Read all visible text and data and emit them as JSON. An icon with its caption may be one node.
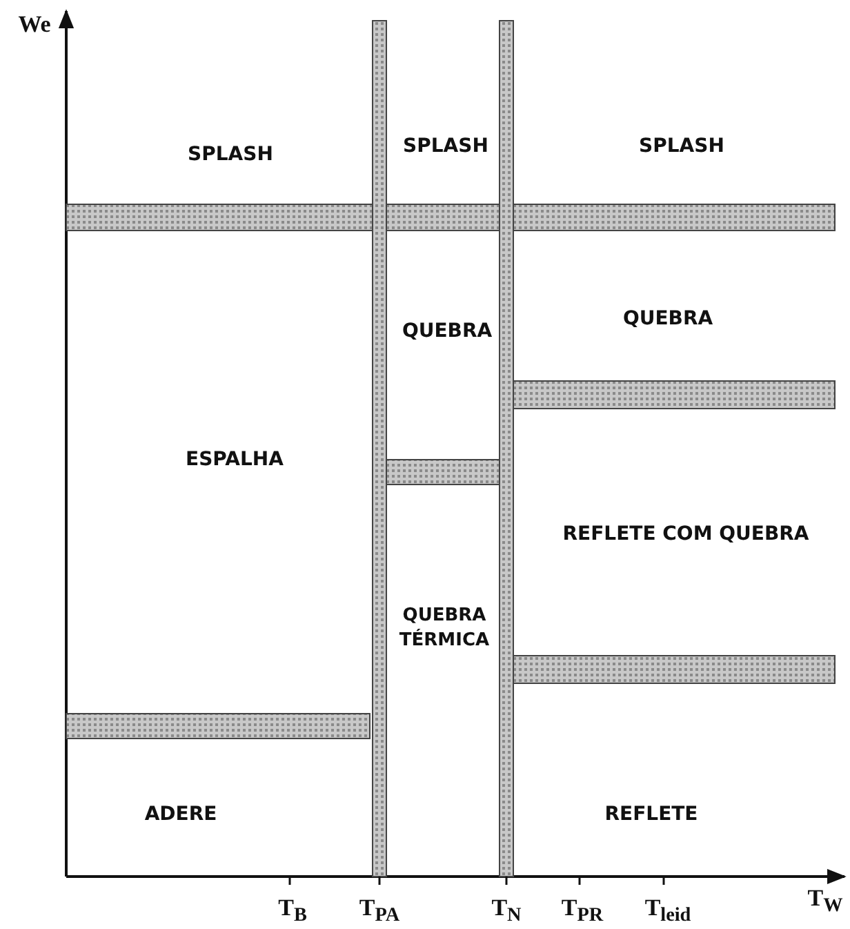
{
  "diagram": {
    "labels": [
      "We",
      "SPLASH",
      "SPLASH",
      "SPLASH",
      "QUEBRA",
      "QUEBRA",
      "ESPALHA",
      "REFLETE COM QUEBRA",
      "QUEBRA TÉRMICA",
      "ADERE",
      "REFLETE",
      "T$_{B}$",
      "T$_{PA}$",
      "T$_{N}$",
      "T$_{PR}$",
      "T$_{leid}$",
      "T$_{W}$"
    ]
  }
}
